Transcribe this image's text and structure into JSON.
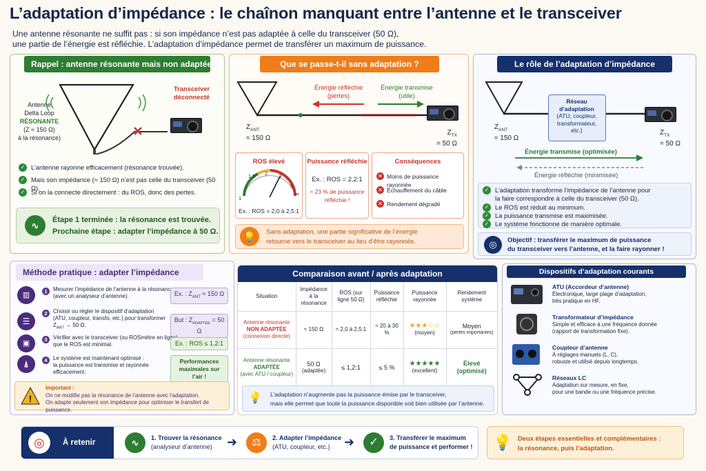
{
  "header": {
    "title": "L’adaptation d’impédance : le chaînon manquant entre l’antenne et le transceiver",
    "subtitle_line1": "Une antenne résonante ne suffit pas : si son impédance n’est pas adaptée à celle du transceiver (50 Ω),",
    "subtitle_line2": "une partie de l’énergie est réfléchie. L’adaptation d’impédance permet de transférer un maximum de puissance."
  },
  "rappel": {
    "heading": "Rappel : antenne résonante mais non adaptée",
    "ant_line1": "Antenne",
    "ant_line2": "Delta Loop",
    "ant_line3": "RÉSONANTE",
    "ant_line4": "(Z ≈ 150 Ω)",
    "ant_line5": "à la résonance)",
    "tx_line1": "Transceiver",
    "tx_line2": "déconnecté",
    "bullets": [
      "L’antenne rayonne efficacement (résonance trouvée).",
      "Mais son impédance (≈ 150 Ω) n’est pas celle du transceiver (50 Ω).",
      "Si on la connecte directement : du ROS, donc des pertes."
    ],
    "step_line1": "Étape 1 terminée : la résonance est trouvée.",
    "step_line2": "Prochaine étape : adapter l’impédance à 50 Ω."
  },
  "sans": {
    "heading": "Que se passe-t-il sans adaptation ?",
    "refl_line1": "Énergie réfléchie",
    "refl_line2": "(pertes)",
    "trans_line1": "Énergie transmise",
    "trans_line2": "(utile)",
    "zant_label": "Z",
    "zant_sub": "ANT",
    "zant_value": "≈ 150 Ω",
    "ztx_label": "Z",
    "ztx_sub": "TX",
    "ztx_value": "= 50 Ω",
    "ros_title": "ROS élevé",
    "gauge_labels": [
      "1",
      "1,5",
      "2",
      "3",
      "5",
      "∞"
    ],
    "ros_example": "Ex. : ROS = 2,0 à 2,5:1",
    "pr_title": "Puissance réfléchie",
    "pr_example": "Ex. : ROS = 2,2:1",
    "pr_line1": "≈ 23 % de puissance",
    "pr_line2": "réfléchie !",
    "cons_title": "Conséquences",
    "cons_items": [
      "Moins de puissance rayonnée",
      "Échauffement du câble",
      "Rendement dégradé"
    ],
    "note_line1": "Sans adaptation, une partie significative de l’énergie",
    "note_line2": "retourne vers le transceiver au lieu d’être rayonnée."
  },
  "role": {
    "heading": "Le rôle de l’adaptation d’impédance",
    "net_line1": "Réseau",
    "net_line2": "d’adaptation",
    "net_line3": "(ATU, coupleur,",
    "net_line4": "transformateur,",
    "net_line5": "etc.)",
    "zant_label": "Z",
    "zant_sub": "ANT",
    "zant_value": "≈ 150 Ω",
    "ztx_label": "Z",
    "ztx_sub": "TX",
    "ztx_value": "= 50 Ω",
    "trans_label": "Énergie transmise (optimisée)",
    "refl_label": "Énergie réfléchie (minimisée)",
    "bullet1_line1": "L’adaptation transforme l’impédance de l’antenne pour",
    "bullet1_line2": "la faire correspondre à celle du transceiver (50 Ω).",
    "bullets": [
      "Le ROS est réduit au minimum.",
      "La puissance transmise est maximisée.",
      "Le système fonctionne de manière optimale."
    ],
    "objective_line1": "Objectif : transférer le maximum de puissance",
    "objective_line2": "du transceiver vers l’antenne, et la faire rayonner !"
  },
  "methode": {
    "heading": "Méthode pratique : adapter l’impédance",
    "steps": [
      {
        "num": "1",
        "line1": "Mesurer l’impédance de l’antenne à la résonance",
        "line2": "(avec un analyseur d’antenne).",
        "line3": ""
      },
      {
        "num": "2",
        "line1": "Choisir ou régler le dispositif d’adaptation",
        "line2": "(ATU, coupleur, transfo, etc.) pour transformer",
        "line3": "Z"
      },
      {
        "num": "3",
        "line1": "Vérifier avec le transceiver (ou ROSmètre en ligne)",
        "line2": "que le ROS est minimal.",
        "line3": ""
      },
      {
        "num": "4",
        "line1": "Le système est maintenant optimisé :",
        "line2": "la puissance est transmise et rayonnée",
        "line3": "efficacement."
      }
    ],
    "step2_sub": "ANT",
    "step2_tail": " → 50 Ω.",
    "tag1_a": "Ex. : Z",
    "tag1_sub": "ANT",
    "tag1_b": " ≈ 150 Ω",
    "tag2_a": "But : Z",
    "tag2_sub": "ADAPTÉE",
    "tag2_b": " = 50 Ω",
    "tag3": "Ex. : ROS ≤ 1,2:1",
    "tag4_line1": "Performances",
    "tag4_line2": "maximales sur l’air !",
    "imp_title": "Important :",
    "imp_line1": "On ne modifie pas la résonance de l’antenne avec l’adaptation.",
    "imp_line2": "On adapte seulement son impédance pour optimiser le transfert de puissance."
  },
  "comparaison": {
    "heading": "Comparaison avant / après adaptation",
    "columns": [
      "Situation",
      "Impédance à la résonance",
      "ROS (sur ligne 50 Ω)",
      "Puissance réfléchie",
      "Puissance rayonnée",
      "Rendement système"
    ],
    "row1": {
      "sit_line1": "Antenne résonante",
      "sit_line2": "NON ADAPTÉE",
      "sit_line3": "(connexion directe)",
      "imp": "≈ 150 Ω",
      "ros": "≈ 2,0 à 2,5:1",
      "refl": "≈ 20 à 30 %",
      "stars": "★★★☆☆",
      "stars_label": "(moyen)",
      "rend": "Moyen",
      "rend_sub": "(pertes importantes)"
    },
    "row2": {
      "sit_line1": "Antenne résonante",
      "sit_line2": "ADAPTÉE",
      "sit_line3": "(avec ATU / coupleur)",
      "imp": "50 Ω",
      "imp_sub": "(adaptée)",
      "ros": "≤ 1,2:1",
      "refl": "≤ 5 %",
      "stars": "★★★★★",
      "stars_label": "(excellent)",
      "rend": "Élevé",
      "rend_sub": "(optimisé)"
    },
    "note_line1": "L’adaptation n’augmente pas la puissance émise par le transceiver,",
    "note_line2": "mais elle permet que toute la puissance disponible soit bien utilisée par l’antenne."
  },
  "dispositifs": {
    "heading": "Dispositifs d’adaptation courants",
    "items": [
      {
        "title": "ATU (Accordeur d’antenne)",
        "line1": "Électronique, large plage d’adaptation,",
        "line2": "très pratique en HF."
      },
      {
        "title": "Transformateur d’impédance",
        "line1": "Simple et efficace à une fréquence donnée",
        "line2": "(rapport de transformation fixe)."
      },
      {
        "title": "Coupleur d’antenne",
        "line1": "À réglages manuels (L, C),",
        "line2": "robuste et utilisé depuis longtemps."
      },
      {
        "title": "Réseaux LC",
        "line1": "Adaptation sur mesure, en fixe,",
        "line2": "pour une bande ou une fréquence précise."
      }
    ]
  },
  "retenir": {
    "label": "À retenir",
    "step1_line1": "1. Trouver la résonance",
    "step1_line2": "(analyseur d’antenne)",
    "step2_line1": "2. Adapter l’impédance",
    "step2_line2": "(ATU, coupleur, etc.)",
    "step3_line1": "3. Transférer le maximum",
    "step3_line2": "de puissance et performer !",
    "summary_line1": "Deux étapes essentielles et complémentaires :",
    "summary_line2": "la résonance, puis l’adaptation."
  },
  "colors": {
    "green": "#2e7d32",
    "orange": "#ef7d1a",
    "navy": "#16306b",
    "purple": "#4a2c7d",
    "red": "#c8352b"
  }
}
